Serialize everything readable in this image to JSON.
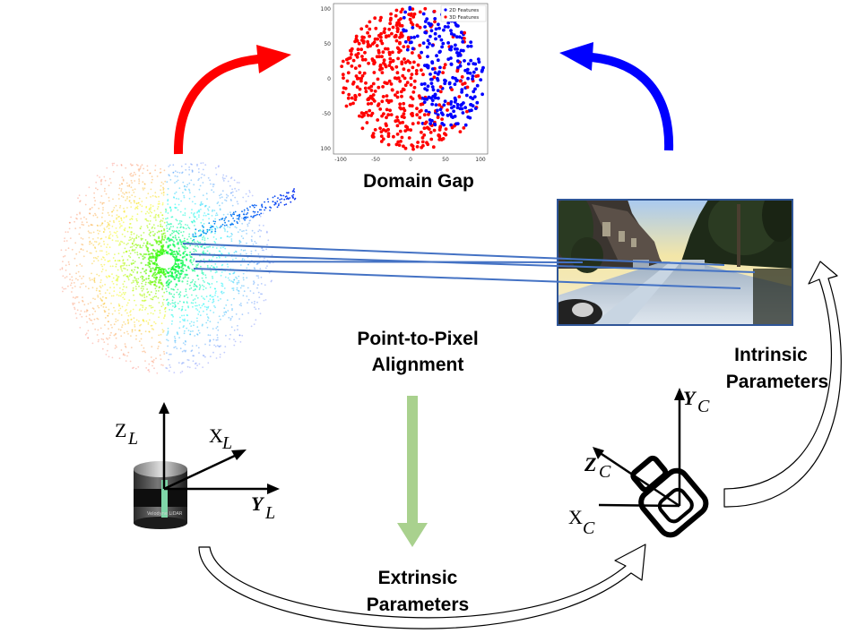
{
  "labels": {
    "domain_gap": "Domain Gap",
    "alignment_line1": "Point-to-Pixel",
    "alignment_line2": "Alignment",
    "extrinsic_line1": "Extrinsic",
    "extrinsic_line2": "Parameters",
    "intrinsic_line1": "Intrinsic",
    "intrinsic_line2": "Parameters"
  },
  "lidar_axes": {
    "z": {
      "main": "Z",
      "sub": "L"
    },
    "x": {
      "main": "X",
      "sub": "L"
    },
    "y": {
      "main": "Y",
      "sub": "L"
    }
  },
  "camera_axes": {
    "y": {
      "main": "Y",
      "sub": "C"
    },
    "z": {
      "main": "Z",
      "sub": "C"
    },
    "x": {
      "main": "X",
      "sub": "C"
    }
  },
  "lidar_brand": "Velodyne LiDAR",
  "colors": {
    "red_arrow": "#ff0000",
    "blue_arrow": "#0000ff",
    "correspondence_line": "#4472c4",
    "green_arrow": "#a9d18e",
    "photo_border": "#2f5597"
  },
  "tsne_plot": {
    "legend": [
      "2D Features",
      "3D Features"
    ],
    "series_colors": {
      "2D Features": "#0000ff",
      "3D Features": "#ff0000"
    },
    "xticks": [
      "-100",
      "-50",
      "0",
      "50",
      "100"
    ],
    "yticks": [
      "100",
      "50",
      "0",
      "-50",
      "100"
    ]
  }
}
